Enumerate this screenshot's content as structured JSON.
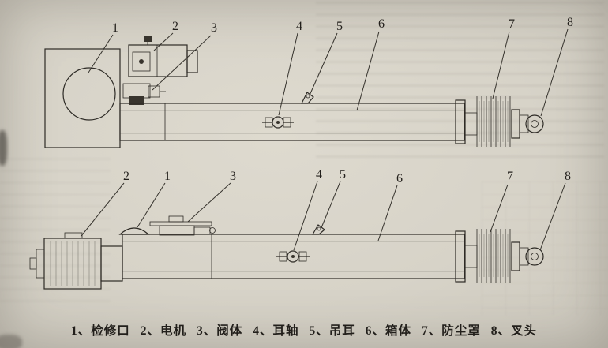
{
  "top_view": {
    "callouts": [
      "1",
      "2",
      "3",
      "4",
      "5",
      "6",
      "7",
      "8"
    ]
  },
  "bottom_view": {
    "callouts": [
      "2",
      "1",
      "3",
      "4",
      "5",
      "6",
      "7",
      "8"
    ]
  },
  "legend": {
    "items": [
      "1、检修口",
      "2、电机",
      "3、阀体",
      "4、耳轴",
      "5、吊耳",
      "6、箱体",
      "7、防尘罩",
      "8、叉头"
    ]
  },
  "colors": {
    "paper": "#d7d3c8",
    "ink": "#2e2b26"
  }
}
